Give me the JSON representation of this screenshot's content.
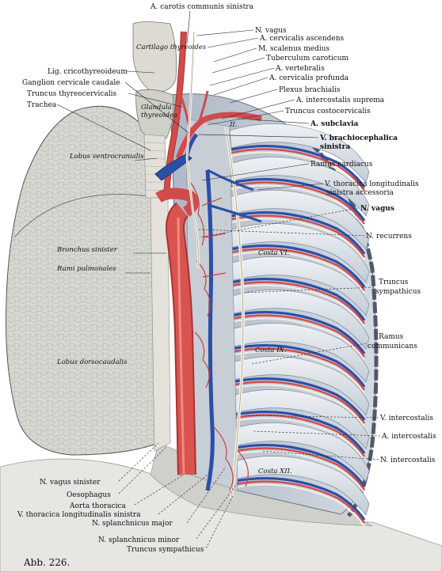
{
  "figure": {
    "caption": "Abb. 226."
  },
  "colors": {
    "artery": "#d24a4a",
    "artery_dark": "#a83232",
    "vein": "#2a4fa8",
    "vein_dark": "#1c3a80",
    "nerve": "#f2efe4",
    "lung": "#d7d7d2",
    "rib": "#dfe4ea",
    "intercostal_muscle": "#c8d2de",
    "background": "#ffffff"
  },
  "labels_top": {
    "carotis": "A. carotis communis sinistra"
  },
  "labels_left": {
    "cricothyreoideum": "Lig. cricothyreoideum",
    "ganglion": "Ganglion cervicale caudale",
    "truncus_thyreo": "Truncus thyreocervicalis",
    "trachea": "Trachea"
  },
  "labels_right": {
    "vagus_top": "N. vagus",
    "cerv_ascendens": "A. cervicalis ascendens",
    "scalenus": "M. scalenus medius",
    "tuberculum": "Tuberculum caroticum",
    "vertebralis": "A. vertebralis",
    "cerv_profunda": "A. cervicalis profunda",
    "plexus": "Plexus brachialis",
    "intercost_suprema": "A. intercostalis suprema",
    "costocervicalis": "Truncus costocervicalis",
    "subclavia": "A. subclavia",
    "brachiocephalica_1": "V. brachiocephalica",
    "brachiocephalica_2": "sinistra",
    "cardiacus": "Ramus cardiacus",
    "thoracica_acc_1": "V. thoracica longitudinalis",
    "thoracica_acc_2": "sinistra accessoria",
    "vagus_mid": "N. vagus",
    "recurrens": "N. recurrens",
    "symp_1": "Truncus",
    "symp_2": "sympathicus",
    "communicans_1": "Ramus",
    "communicans_2": "communicans",
    "v_intercost": "V. intercostalis",
    "a_intercost": "A. intercostalis",
    "n_intercost": "N. intercostalis"
  },
  "labels_bottom": {
    "vagus_sinister": "N. vagus sinister",
    "oesophagus": "Oesophagus",
    "aorta": "Aorta thoracica",
    "thoracica_long": "V. thoracica longitudinalis sinistra",
    "splanch_major": "N. splanchnicus major",
    "splanch_minor": "N. splanchnicus minor",
    "symp_bottom": "Truncus sympathicus"
  },
  "labels_inside": {
    "cartilago": "Cartilago thyreoides",
    "glandula_1": "Glandula",
    "glandula_2": "thyreoidea",
    "lobus_vc": "Lobus ventrocranialis",
    "bronchus": "Bronchus sinister",
    "rami": "Rami pulmonales",
    "lobus_dc": "Lobus dorsocaudalis",
    "costa_vi": "Costa VI.",
    "costa_ix": "Costa IX.",
    "costa_xii": "Costa XII.",
    "rib_ii": "II."
  }
}
